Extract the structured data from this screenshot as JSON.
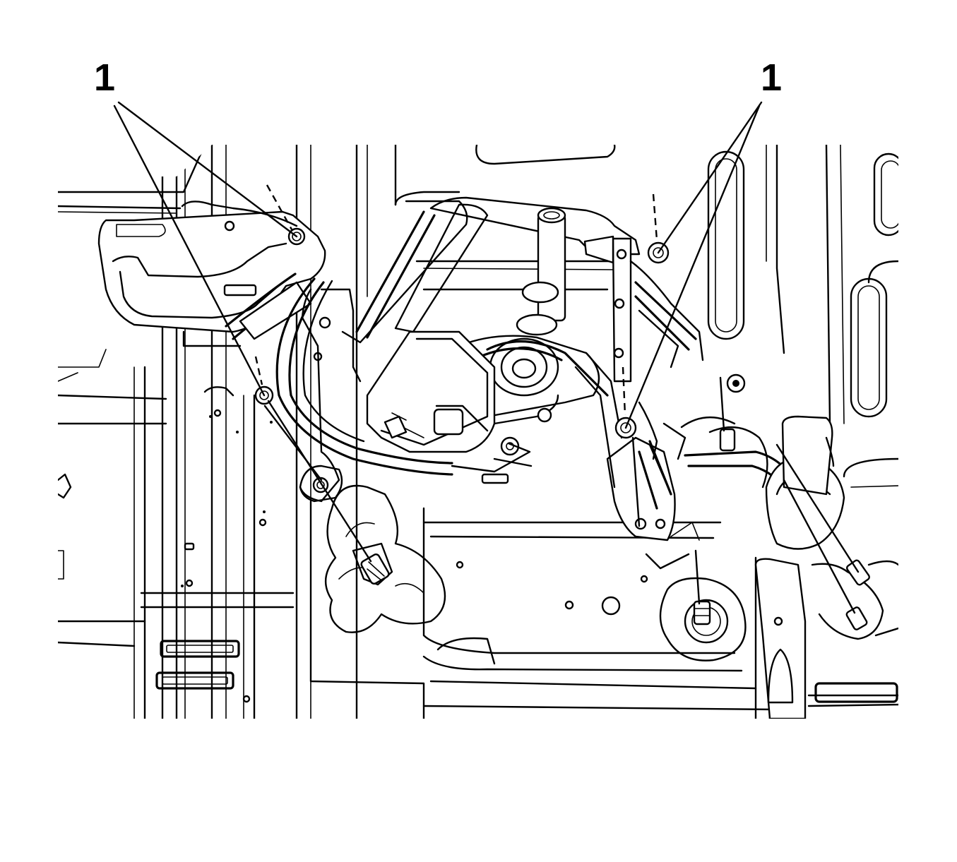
{
  "callouts": [
    {
      "id": "callout-left",
      "label": "1"
    },
    {
      "id": "callout-right",
      "label": "1"
    }
  ],
  "colors": {
    "line": "#000000",
    "background": "#ffffff"
  }
}
